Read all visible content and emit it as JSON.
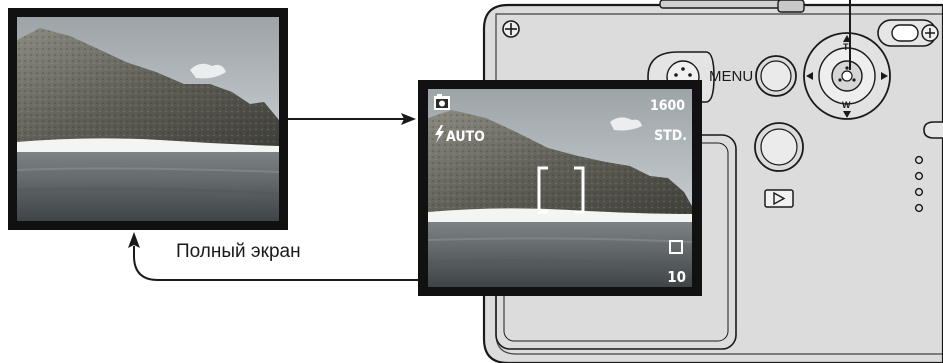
{
  "caption": "Полный экран",
  "camera": {
    "menu_label": "MENU",
    "zoom_tele": "T",
    "zoom_wide": "W"
  },
  "osd": {
    "resolution": "1600",
    "flash_mode": "AUTO",
    "quality": "STD.",
    "frames_remaining": "10"
  },
  "colors": {
    "outline": "#1a1a1a",
    "camera_body": "#d9d9d9",
    "camera_inner": "#e4e4e4",
    "lcd_frame": "#111111",
    "sky": "#cfd6dc",
    "sea": "#5f6568",
    "cliff": "#6e6e66"
  }
}
